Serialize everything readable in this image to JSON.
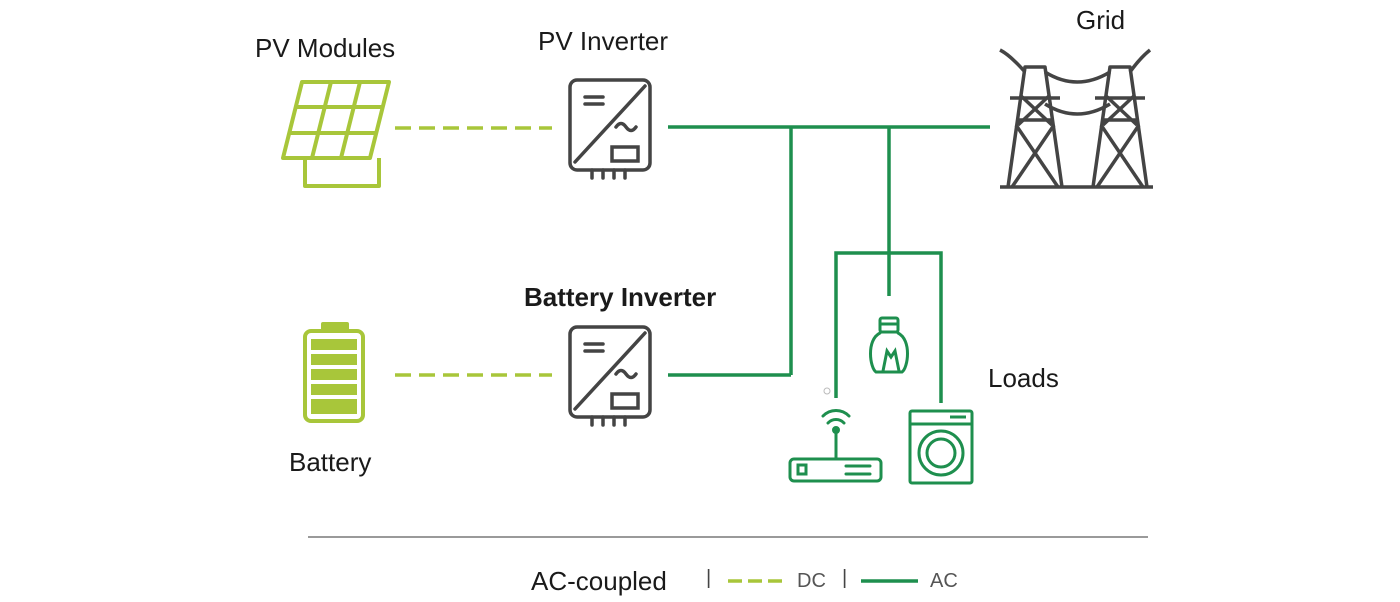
{
  "labels": {
    "pv_modules": "PV Modules",
    "pv_inverter": "PV Inverter",
    "grid": "Grid",
    "battery_inverter": "Battery Inverter",
    "battery": "Battery",
    "loads": "Loads"
  },
  "legend": {
    "title": "AC-coupled",
    "separator": "|",
    "dc_label": "DC",
    "ac_label": "AC"
  },
  "colors": {
    "dc_line": "#a8c63a",
    "ac_line": "#1e8f4e",
    "device": "#444444",
    "divider": "#9a9a9a",
    "text": "#1a1a1a"
  }
}
